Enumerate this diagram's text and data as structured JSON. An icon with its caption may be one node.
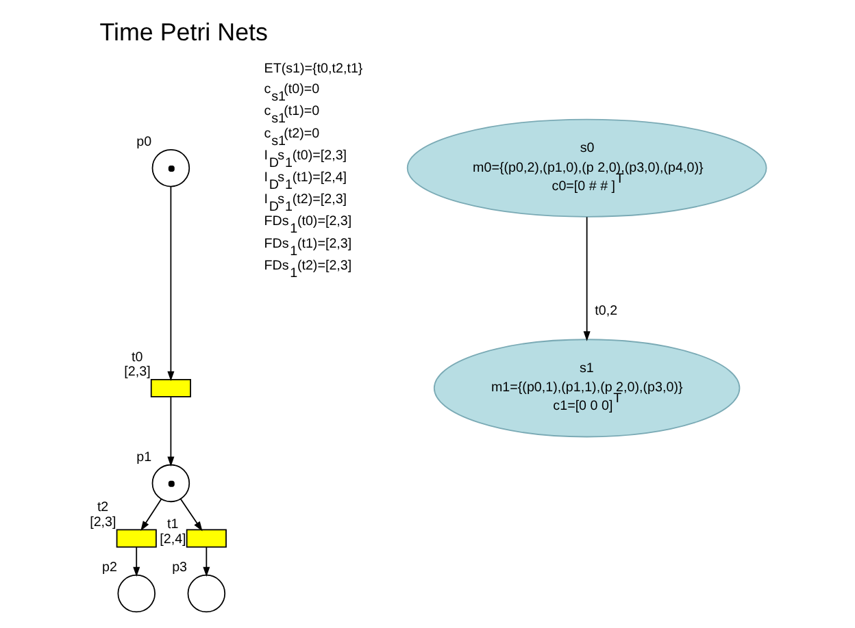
{
  "diagram": {
    "title": "Time Petri Nets",
    "nodes": [
      {
        "text": [],
        "shape": "circle-dot",
        "beside": [
          "p0"
        ]
      },
      {
        "text": [],
        "shape": "bar",
        "beside": [
          "t0",
          "[2,3]"
        ]
      },
      {
        "text": [],
        "shape": "circle-dot",
        "beside": [
          "p1"
        ]
      },
      {
        "text": [],
        "shape": "bar",
        "beside": [
          "t2",
          "[2,3]"
        ]
      },
      {
        "text": [],
        "shape": "bar",
        "beside": [
          "t1",
          "[2,4]"
        ]
      },
      {
        "text": [],
        "shape": "circle",
        "beside": [
          "p2"
        ]
      },
      {
        "text": [],
        "shape": "circle",
        "beside": [
          "p3"
        ]
      },
      {
        "text": [
          "s0",
          "m0={(p0,2),(p1,0),(p 2,0),(p3,0),(p4,0)}",
          "c0=[0 # # ]$^{T}$"
        ]
      },
      {
        "text": [
          "s1",
          "m1={(p0,1),(p1,1),(p 2,0),(p3,0)}",
          "c1=[0 0 0]$^{T}$"
        ]
      }
    ],
    "edges": [
      {
        "from": 0,
        "to": 1,
        "arrow": "to"
      },
      {
        "from": 1,
        "to": 2,
        "arrow": "to"
      },
      {
        "from": 2,
        "to": 3,
        "arrow": "to"
      },
      {
        "from": 2,
        "to": 4,
        "arrow": "to"
      },
      {
        "from": 3,
        "to": 5,
        "arrow": "to"
      },
      {
        "from": 4,
        "to": 6,
        "arrow": "to"
      },
      {
        "from": 7,
        "to": 8,
        "arrow": "to",
        "label": "t0,2"
      }
    ],
    "labels": [
      "ET(s1)={t0,t2,t1}",
      "c$_{s1}$(t0)=0",
      "c$_{s1}$(t1)=0",
      "c$_{s1}$(t2)=0",
      "I$_{D}$s$_{1}$(t0)=[2,3]",
      "I$_{D}$s$_{1}$(t1)=[2,4]",
      "I$_{D}$s$_{1}$(t2)=[2,3]",
      "FDs$_{1}$(t0)=[2,3]",
      "FDs$_{1}$(t1)=[2,3]",
      "FDs$_{1}$(t2)=[2,3]"
    ]
  }
}
